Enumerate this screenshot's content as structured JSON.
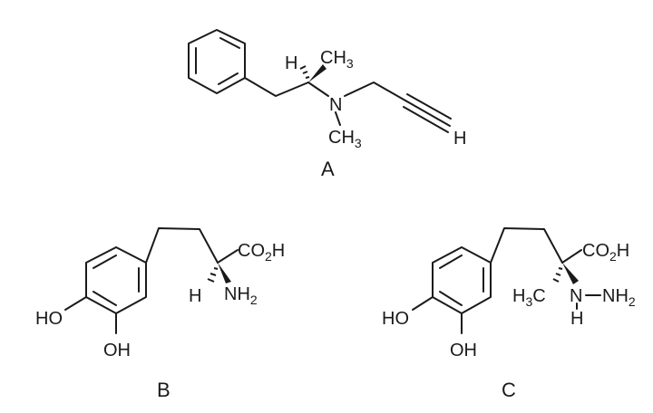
{
  "molecules": [
    {
      "caption": "A",
      "labels": {
        "h_stereo": "H",
        "methyl_top": "CH",
        "methyl_top_sub": "3",
        "nitrogen": "N",
        "n_methyl": "CH",
        "n_methyl_sub": "3",
        "terminal_h": "H"
      }
    },
    {
      "caption": "B",
      "labels": {
        "carboxyl": "CO",
        "carboxyl_sub": "2",
        "carboxyl_tail": "H",
        "h_stereo": "H",
        "amine": "NH",
        "amine_sub": "2",
        "ho_upper": "HO",
        "oh_lower": "OH"
      }
    },
    {
      "caption": "C",
      "labels": {
        "carboxyl": "CO",
        "carboxyl_sub": "2",
        "carboxyl_tail": "H",
        "methyl": "H",
        "methyl_sub": "3",
        "methyl_tail": "C",
        "n1": "N",
        "n2": "NH",
        "n2_sub": "2",
        "n_h": "H",
        "ho_upper": "HO",
        "oh_lower": "OH"
      }
    }
  ]
}
